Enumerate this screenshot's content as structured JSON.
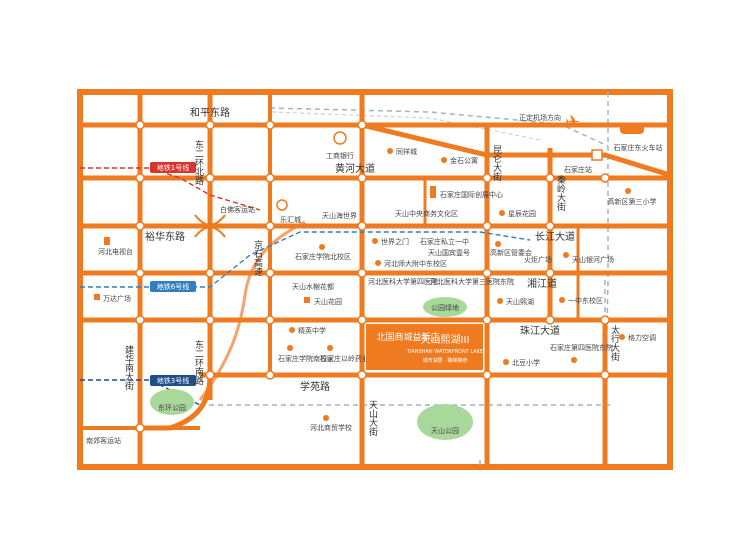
{
  "colors": {
    "road": "#ef7a1f",
    "road_light": "#f5a36a",
    "metro_red": "#d9342b",
    "metro_blue": "#2f7fc1",
    "metro_navy": "#1f4e8c",
    "park": "#a8d89a",
    "highway": "#f2b27a",
    "rail_dash": "#9fb3c8",
    "poi_orange": "#ef7a1f"
  },
  "roads": {
    "heping_east": "和平东路",
    "huanghe": "黄河大道",
    "yuhua_east": "裕华东路",
    "xiangjiang": "湘江道",
    "changjiang": "长江大道",
    "zhujiang": "珠江大道",
    "xueyuan": "学苑路",
    "east_ring_north": "东二环北路",
    "east_ring_south": "东二环南路",
    "jingshi": "京石高速",
    "jianhua_south": "建华南大街",
    "tianshan": "天山大街",
    "kunlun": "昆仑大街",
    "qinling": "秦岭大街",
    "taihang": "太行大街"
  },
  "metro": {
    "line1": "地铁1号线",
    "line6": "地铁6号线",
    "line3": "地铁3号线"
  },
  "pois": {
    "airport": "正定机场方向",
    "railway": "石家庄东火车站",
    "icbc": "工商银行",
    "tongxiangcheng": "同祥城",
    "jinshi": "金石公寓",
    "baifolike": "白佛客运站",
    "lexin": "乐汇城",
    "haiyang": "天山海世界",
    "intl_center": "石家庄国际创展中心",
    "tianshan_central": "天山中央商务文化区",
    "xingyuan": "星辰花园",
    "sjz_station": "石家庄站",
    "gaoxin3": "高新区第三小学",
    "tv_tower": "河北电视台",
    "xueyuan_north": "石家庄学院北校区",
    "shijie": "世界之门",
    "private1": "石家庄私立一中",
    "tianshan_bin": "天山国宾壹号",
    "hebei_middle": "河北师大附中东校区",
    "gaoxin_committee": "高新区管委会",
    "torch": "火炬广场",
    "yinhe": "天山银河广场",
    "wanda": "万达广场",
    "shuiyun": "天山水榭花都",
    "tianshan_garden": "天山花园",
    "hebei_med4": "河北医科大学第四医院",
    "hebei_med3": "河北医科大学第三医院东院",
    "park_green": "公园绿地",
    "tianshan_lake": "天山熙湖",
    "no1_east": "一中东校区",
    "jingying": "精英中学",
    "sjz_xueyuan_south": "石家庄学院南校区",
    "yilingpharma": "石家庄以岭药业",
    "beiguo": "北国商城益新店",
    "north_school": "北豆小学",
    "sjz_4th_east": "石家庄第四医院东院",
    "gree": "格力空调",
    "dongyuan_park": "东环公园",
    "hebei_commerce": "河北商贸学校",
    "tianshan_park": "天山公园",
    "nanjiao": "南郊客运站"
  },
  "project": {
    "name": "天山熙湖III",
    "sub_en": "TIANSHAN WATERFRONT LAKE",
    "tag": "城市湖居 · 臻稀御府"
  }
}
